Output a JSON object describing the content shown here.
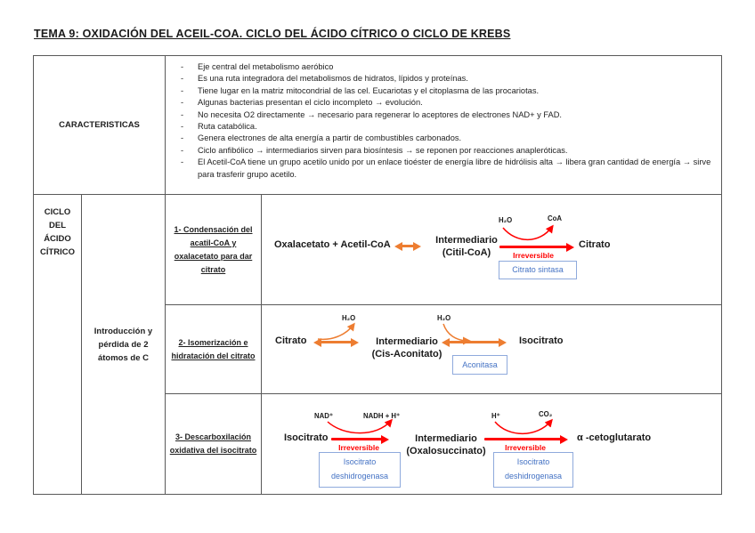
{
  "title": "TEMA 9: OXIDACIÓN DEL ACEIL-COA. CICLO DEL ÁCIDO CÍTRICO O CICLO DE KREBS",
  "characteristics": {
    "header": "CARACTERISTICAS",
    "items": [
      "Eje central del metabolismo aeróbico",
      "Es una ruta integradora del metabolismos de hidratos, lípidos y proteínas.",
      "Tiene lugar en la matriz mitocondrial de las cel. Eucariotas y el citoplasma de las procariotas.",
      "Algunas bacterias presentan el ciclo incompleto → evolución.",
      "No necesita O2 directamente → necesario para regenerar lo aceptores de electrones NAD+ y FAD.",
      "Ruta catabólica.",
      "Genera electrones de alta energía a partir de combustibles carbonados.",
      "Ciclo anfibólico → intermediarios sirven para biosíntesis → se reponen por reacciones anapleróticas.",
      "El Acetil-CoA tiene un grupo acetilo unido por un enlace tioéster de energía libre de hidrólisis alta → libera gran cantidad de energía → sirve para trasferir grupo acetilo."
    ]
  },
  "cycle": {
    "section_label": "CICLO DEL ÁCIDO CÍTRICO",
    "phase_label": "Introducción y pérdida de 2 átomos de C",
    "steps": [
      {
        "label": "1- Condensación del acatil-CoA y oxalacetato para dar citrato",
        "reaction": {
          "reactant": "Oxalacetato + Acetil-CoA",
          "intermediate": [
            "Intermediario",
            "(Citil-CoA)"
          ],
          "cofactor_in": "H₂O",
          "cofactor_out": "CoA",
          "arrow_note": "Irreversible",
          "enzyme": "Citrato sintasa",
          "product": "Citrato"
        }
      },
      {
        "label": "2- Isomerización e hidratación del citrato",
        "reaction": {
          "left": "Citrato",
          "arrow1_cofactor": "H₂O",
          "intermediate": [
            "Intermediario",
            "(Cis-Aconitato)"
          ],
          "arrow2_cofactor": "H₂O",
          "enzyme": "Aconitasa",
          "right": "Isocitrato"
        }
      },
      {
        "label": "3- Descarboxilación oxidativa del isocitrato",
        "reaction": {
          "left": "Isocitrato",
          "arrow1": {
            "in": "NAD⁺",
            "out": "NADH + H⁺",
            "note": "Irreversible",
            "enzyme": [
              "Isocitrato",
              "deshidrogenasa"
            ]
          },
          "intermediate": [
            "Intermediario",
            "(Oxalosuccinato)"
          ],
          "arrow2": {
            "in": "H⁺",
            "out": "CO₂",
            "note": "Irreversible",
            "enzyme": [
              "Isocitrato",
              "deshidrogenasa"
            ]
          },
          "product": "α -cetoglutarato"
        }
      }
    ]
  },
  "colors": {
    "arrow_orange": "#ED7D31",
    "arrow_red": "#FF0000",
    "enzyme_text": "#4472C4",
    "enzyme_border": "#8FAADC",
    "table_border": "#595959"
  }
}
